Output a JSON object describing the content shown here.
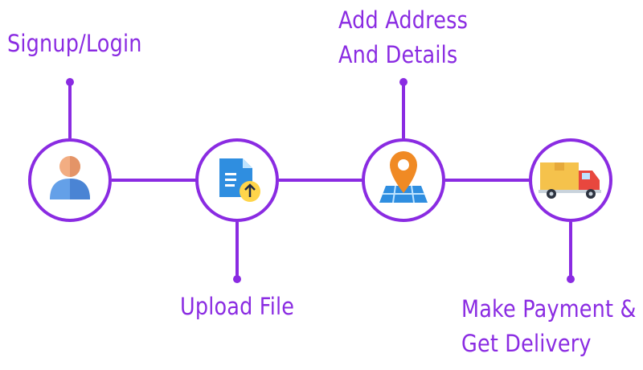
{
  "steps": [
    {
      "lines": [
        "Signup/Login"
      ],
      "icon": "user-icon"
    },
    {
      "lines": [
        "Upload File"
      ],
      "icon": "file-upload-icon"
    },
    {
      "lines": [
        "Add Address",
        "And Details"
      ],
      "icon": "location-pin-icon"
    },
    {
      "lines": [
        "Make Payment &",
        "Get Delivery"
      ],
      "icon": "delivery-truck-icon"
    }
  ],
  "colors": {
    "accent": "#8a2be2",
    "background": "#ffffff"
  }
}
